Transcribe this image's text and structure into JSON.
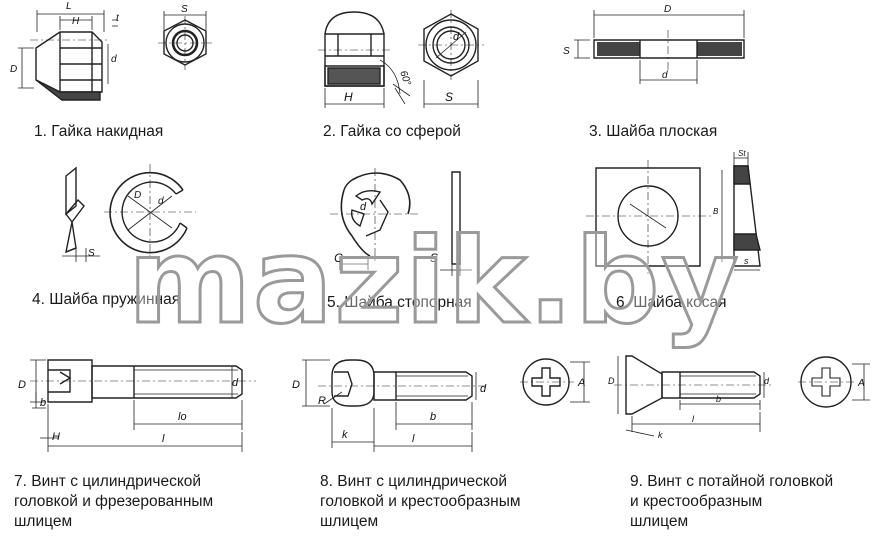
{
  "items": [
    {
      "caption": "1. Гайка накидная",
      "labels": [
        "L",
        "H",
        "t",
        "S",
        "D",
        "d"
      ]
    },
    {
      "caption": "2. Гайка со сферой",
      "labels": [
        "H",
        "S",
        "60°",
        "d"
      ]
    },
    {
      "caption": "3. Шайба плоская",
      "labels": [
        "D",
        "S",
        "d"
      ]
    },
    {
      "caption": "4. Шайба пружинная",
      "labels": [
        "D",
        "d",
        "S"
      ]
    },
    {
      "caption": "5. Шайба стопорная",
      "labels": [
        "d",
        "C",
        "S"
      ]
    },
    {
      "caption": "6. Шайба косая",
      "labels": [
        "St",
        "B",
        "s"
      ]
    },
    {
      "caption": "7. Винт с цилиндрической\nголовкой и фрезерованным\nшлицем",
      "labels": [
        "D",
        "d",
        "b",
        "lo",
        "H",
        "l"
      ]
    },
    {
      "caption": "8. Винт с цилиндрической\nголовкой и крестообразным\nшлицем",
      "labels": [
        "D",
        "R",
        "d",
        "b",
        "A",
        "k",
        "l"
      ]
    },
    {
      "caption": "9. Винт с потайной головкой\nи крестообразным\nшлицем",
      "labels": [
        "D",
        "d",
        "b",
        "A",
        "k",
        "l"
      ]
    }
  ],
  "watermark": "mazik.by"
}
